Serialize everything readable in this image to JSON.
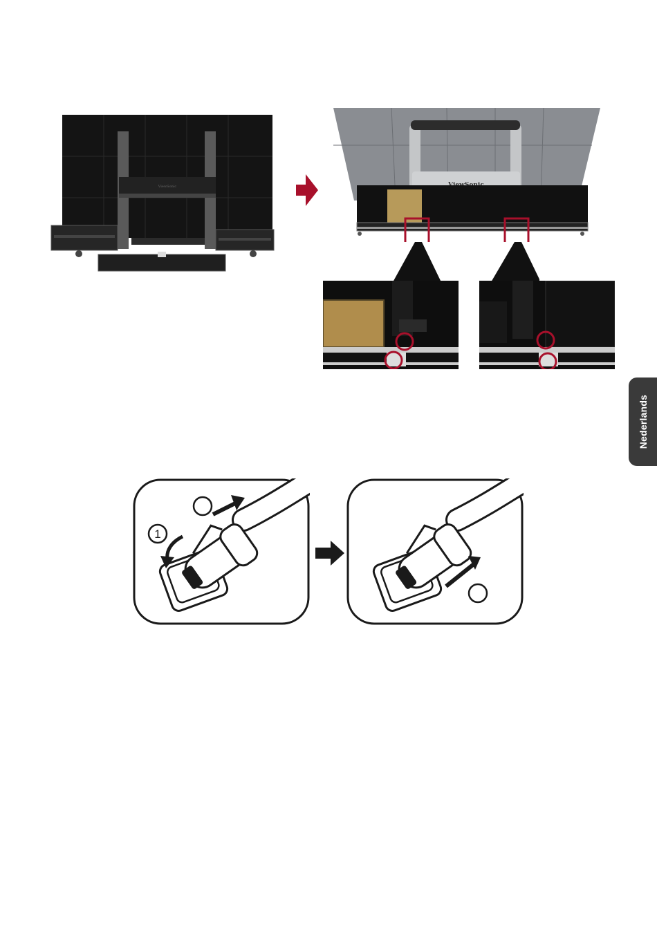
{
  "brand_logo": "ViewSonic",
  "language_tab": "Nederlands",
  "steps": {
    "step1": "1",
    "step2": "",
    "step3": ""
  },
  "colors": {
    "accent_red": "#a8102b",
    "panel_dark": "#161616",
    "tab_grey": "#3a3a3a",
    "wood": "#b79a5a"
  },
  "icons": [
    "arrow-right-icon",
    "rotate-arrow-icon",
    "push-arrow-icon",
    "highlight-box-icon",
    "highlight-circle-icon"
  ]
}
